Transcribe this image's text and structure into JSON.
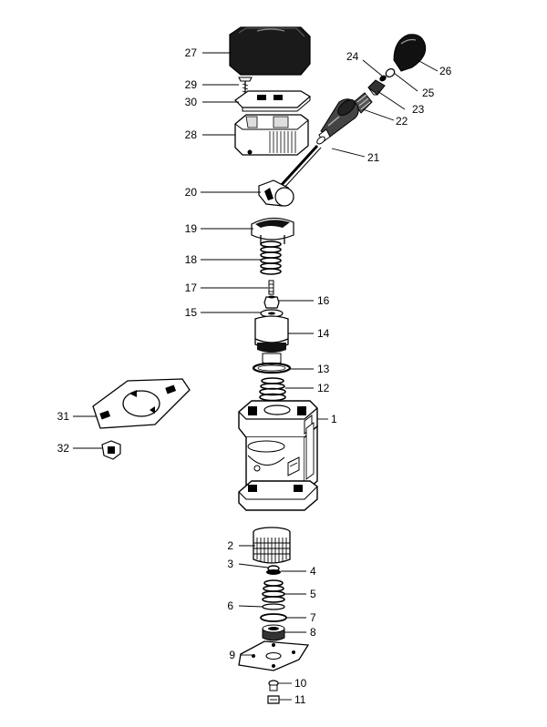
{
  "figure": {
    "parts": [
      {
        "id": "p1",
        "number": "1"
      },
      {
        "id": "p2",
        "number": "2"
      },
      {
        "id": "p3",
        "number": "3"
      },
      {
        "id": "p4",
        "number": "4"
      },
      {
        "id": "p5",
        "number": "5"
      },
      {
        "id": "p6",
        "number": "6"
      },
      {
        "id": "p7",
        "number": "7"
      },
      {
        "id": "p8",
        "number": "8"
      },
      {
        "id": "p9",
        "number": "9"
      },
      {
        "id": "p10",
        "number": "10"
      },
      {
        "id": "p11",
        "number": "11"
      },
      {
        "id": "p12",
        "number": "12"
      },
      {
        "id": "p13",
        "number": "13"
      },
      {
        "id": "p14",
        "number": "14"
      },
      {
        "id": "p15",
        "number": "15"
      },
      {
        "id": "p16",
        "number": "16"
      },
      {
        "id": "p17",
        "number": "17"
      },
      {
        "id": "p18",
        "number": "18"
      },
      {
        "id": "p19",
        "number": "19"
      },
      {
        "id": "p20",
        "number": "20"
      },
      {
        "id": "p21",
        "number": "21"
      },
      {
        "id": "p22",
        "number": "22"
      },
      {
        "id": "p23",
        "number": "23"
      },
      {
        "id": "p24",
        "number": "24"
      },
      {
        "id": "p25",
        "number": "25"
      },
      {
        "id": "p26",
        "number": "26"
      },
      {
        "id": "p27",
        "number": "27"
      },
      {
        "id": "p28",
        "number": "28"
      },
      {
        "id": "p29",
        "number": "29"
      },
      {
        "id": "p30",
        "number": "30"
      },
      {
        "id": "p31",
        "number": "31"
      },
      {
        "id": "p32",
        "number": "32"
      }
    ]
  }
}
